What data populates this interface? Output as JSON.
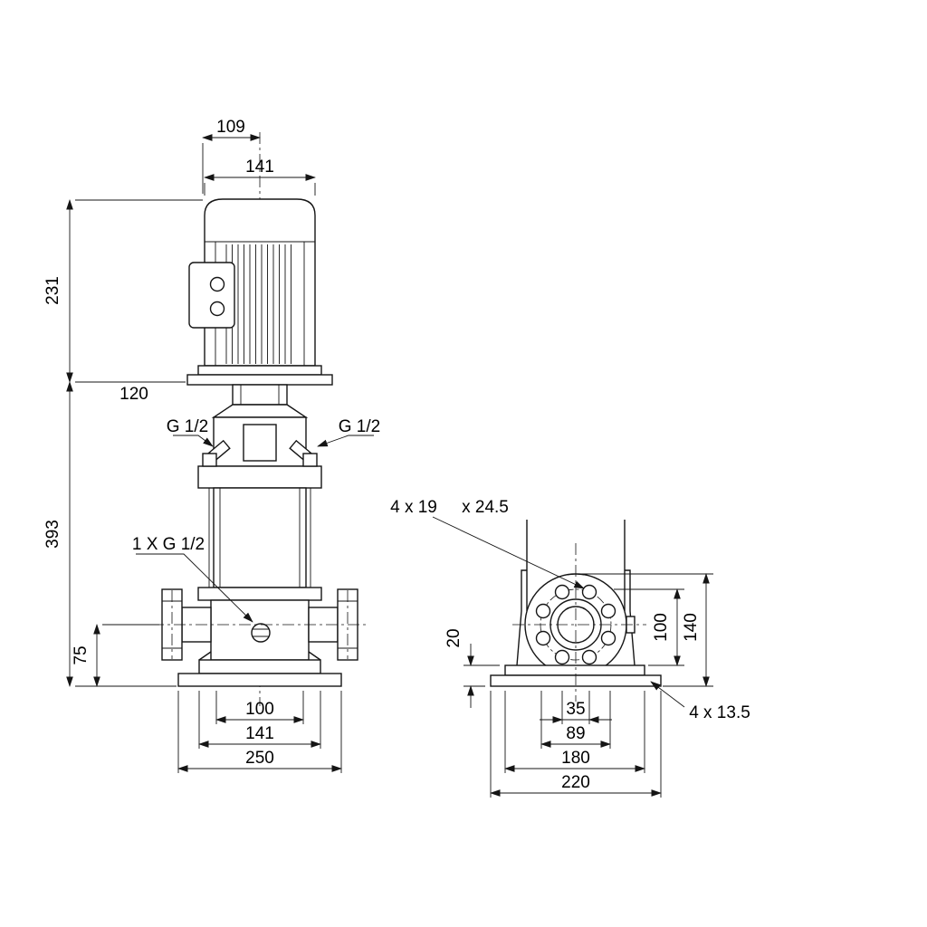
{
  "front_view": {
    "dims": {
      "d109": "109",
      "d141_top": "141",
      "d231": "231",
      "d120": "120",
      "d393": "393",
      "d75": "75",
      "d100": "100",
      "d141_bottom": "141",
      "d250": "250"
    },
    "labels": {
      "plug_left": "G 1/2",
      "plug_right": "G 1/2",
      "drain": "1 X G 1/2"
    }
  },
  "side_view": {
    "dims": {
      "d20": "20",
      "d100": "100",
      "d140": "140",
      "d35": "35",
      "d89": "89",
      "d180": "180",
      "d220": "220"
    },
    "labels": {
      "flange_holes": "4 x 19",
      "counterbore": "x 24.5",
      "base_holes": "4 x 13.5"
    }
  }
}
